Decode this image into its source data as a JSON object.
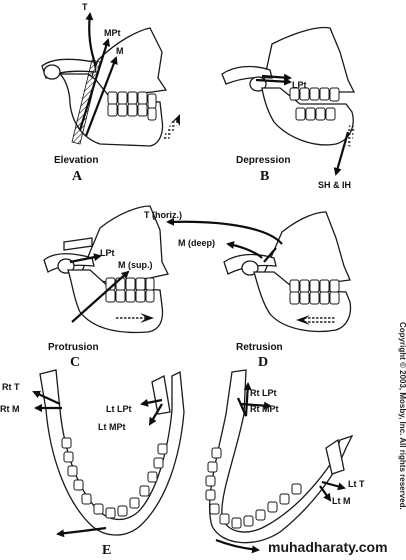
{
  "panels": {
    "A": {
      "plate": "A",
      "caption": "Elevation",
      "labels": {
        "t": "T",
        "mpt": "MPt",
        "m": "M"
      }
    },
    "B": {
      "plate": "B",
      "caption": "Depression",
      "labels": {
        "lpt": "LPt",
        "sh_ih": "SH & IH"
      }
    },
    "C": {
      "plate": "C",
      "caption": "Protrusion",
      "labels": {
        "lpt": "LPt",
        "m_sup": "M (sup.)"
      }
    },
    "D": {
      "plate": "D",
      "caption": "Retrusion",
      "labels": {
        "t_horiz": "T (horiz.)",
        "m_deep": "M (deep)"
      }
    },
    "E": {
      "plate": "E",
      "labels": {
        "rt_t": "Rt T",
        "rt_m": "Rt M",
        "lt_lpt": "Lt LPt",
        "lt_mpt": "Lt MPt",
        "rt_lpt": "Rt LPt",
        "rt_mpt": "Rt MPt",
        "lt_t": "Lt T",
        "lt_m": "Lt M"
      }
    }
  },
  "copyright": "Copyright © 2003, Mosby, Inc. All rights reserved.",
  "watermark": "muhadharaty.com",
  "colors": {
    "ink": "#111111",
    "background": "#ffffff"
  }
}
